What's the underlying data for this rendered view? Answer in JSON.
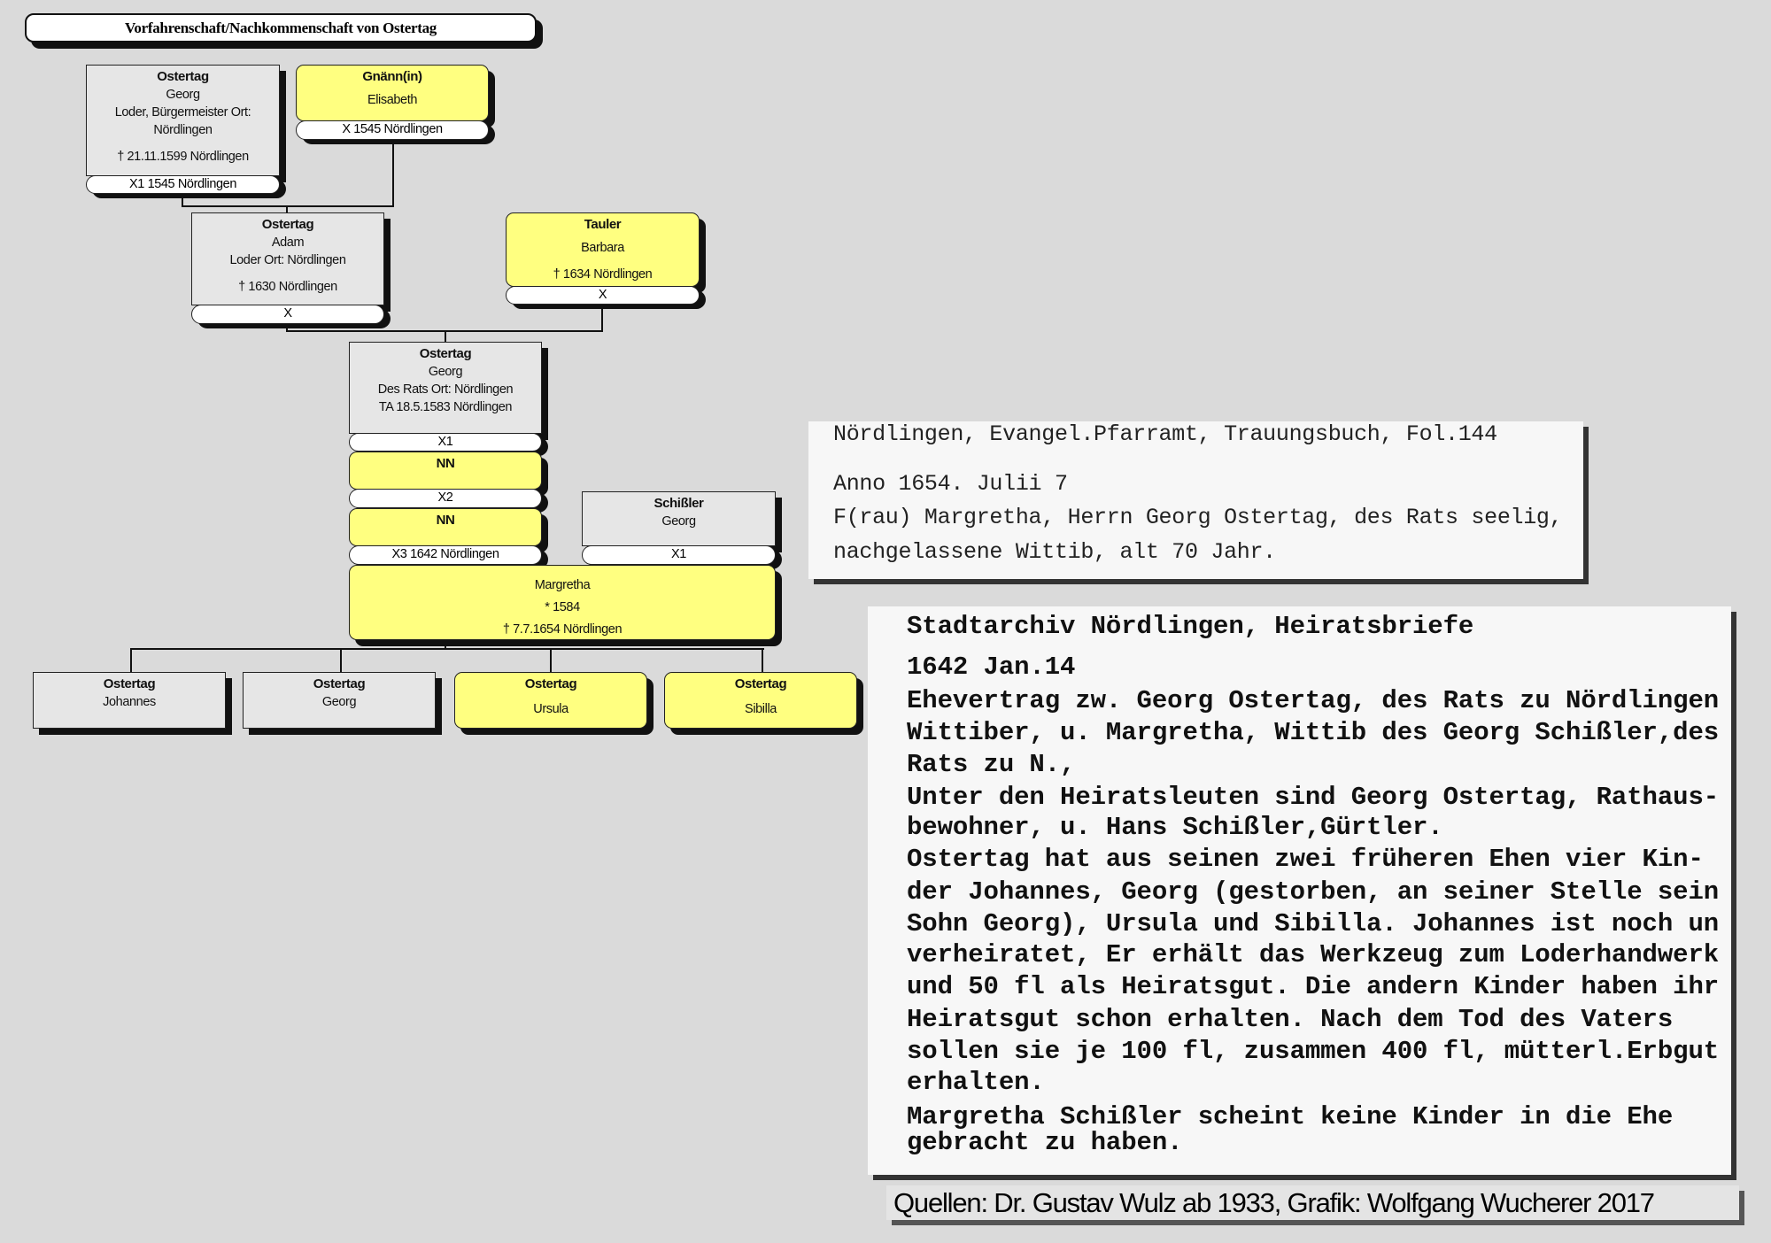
{
  "title": "Vorfahrenschaft/Nachkommenschaft von Ostertag",
  "persons": {
    "georg_sr": {
      "surname": "Ostertag",
      "given": "Georg",
      "info1": "Loder, Bürgermeister Ort:",
      "info2": "Nördlingen",
      "death": "† 21.11.1599 Nördlingen",
      "marriage": "X1 1545 Nördlingen"
    },
    "elisabeth": {
      "surname": "Gnänn(in)",
      "given": "Elisabeth",
      "marriage": "X 1545 Nördlingen"
    },
    "adam": {
      "surname": "Ostertag",
      "given": "Adam",
      "info1": "Loder Ort: Nördlingen",
      "death": "† 1630 Nördlingen",
      "marriage": "X"
    },
    "barbara": {
      "surname": "Tauler",
      "given": "Barbara",
      "death": "† 1634 Nördlingen",
      "marriage": "X"
    },
    "georg": {
      "surname": "Ostertag",
      "given": "Georg",
      "info1": "Des Rats Ort: Nördlingen",
      "info2": "TA 18.5.1583 Nördlingen",
      "marriage1": "X1",
      "marriage2": "X2",
      "marriage3": "X3 1642 Nördlingen"
    },
    "nn1": {
      "surname": "NN"
    },
    "nn2": {
      "surname": "NN"
    },
    "schissler": {
      "surname": "Schißler",
      "given": "Georg",
      "marriage": "X1"
    },
    "margretha": {
      "given": "Margretha",
      "birth": "* 1584",
      "death": "† 7.7.1654 Nördlingen"
    },
    "children": [
      {
        "surname": "Ostertag",
        "given": "Johannes"
      },
      {
        "surname": "Ostertag",
        "given": "Georg"
      },
      {
        "surname": "Ostertag",
        "given": "Ursula"
      },
      {
        "surname": "Ostertag",
        "given": "Sibilla"
      }
    ]
  },
  "doc1": {
    "lines": [
      "Nördlingen, Evangel.Pfarramt, Trauungsbuch, Fol.144",
      "Anno 1654. Julii 7",
      "F(rau) Margretha, Herrn Georg Ostertag, des Rats seelig,",
      "nachgelassene Wittib, alt 70 Jahr."
    ]
  },
  "doc2": {
    "lines": [
      "Stadtarchiv Nördlingen, Heiratsbriefe",
      "1642 Jan.14",
      "Ehevertrag zw. Georg Ostertag, des Rats zu Nördlingen",
      "Wittiber, u. Margretha, Wittib des Georg Schißler,des",
      "Rats zu N.,",
      "Unter den Heiratsleuten sind Georg Ostertag, Rathaus-",
      "bewohner, u. Hans Schißler,Gürtler.",
      "Ostertag hat aus seinen zwei früheren Ehen vier Kin-",
      "der Johannes, Georg (gestorben, an seiner Stelle sein",
      "Sohn Georg), Ursula und Sibilla. Johannes ist noch un",
      "verheiratet, Er erhält das Werkzeug zum Loderhandwerk",
      "und 50 fl als Heiratsgut. Die andern Kinder haben ihr",
      "Heiratsgut schon erhalten. Nach dem Tod des Vaters",
      "sollen sie je 100 fl, zusammen 400 fl, mütterl.Erbgut",
      "erhalten.",
      "Margretha Schißler scheint keine Kinder in die Ehe",
      "gebracht zu haben."
    ]
  },
  "caption": "Quellen: Dr. Gustav Wulz ab 1933, Grafik: Wolfgang Wucherer 2017"
}
